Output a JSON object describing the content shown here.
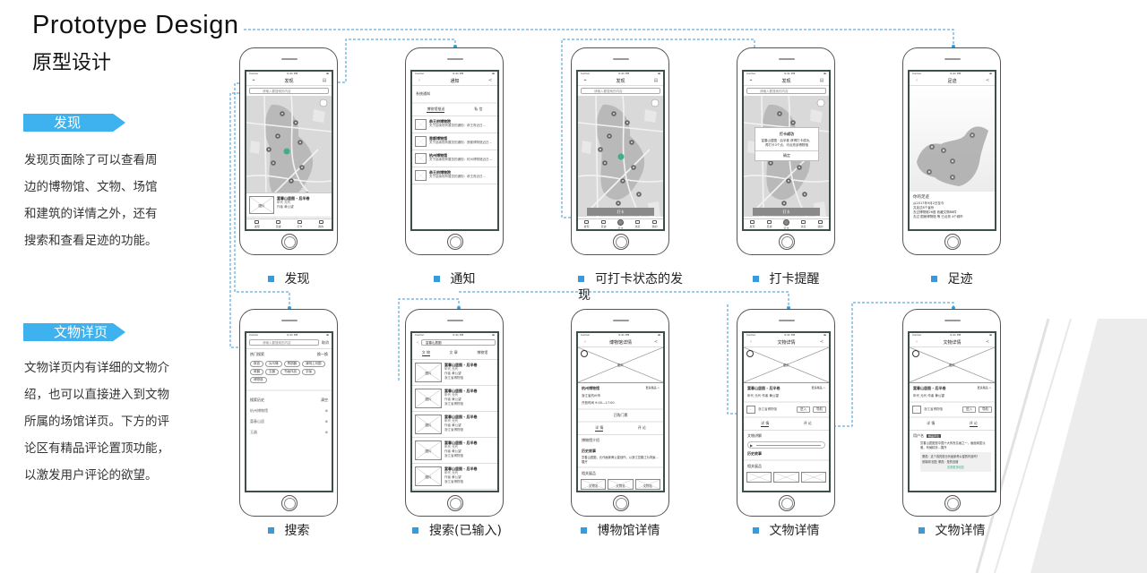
{
  "title": "Prototype Design",
  "subtitle": "原型设计",
  "sections": [
    {
      "tag": "发现",
      "desc": [
        "发现页面除了可以查看周",
        "边的博物馆、文物、场馆",
        "和建筑的详情之外，还有",
        "搜索和查看足迹的功能。"
      ]
    },
    {
      "tag": "文物详页",
      "desc": [
        "文物详页内有详细的文物介",
        "绍，也可以直接进入到文物",
        "所属的场馆详页。下方的评",
        "论区有精品评论置顶功能，",
        "以激发用户评论的欲望。"
      ]
    }
  ],
  "colors": {
    "accent": "#3db2ef",
    "connector": "#3a9ad9",
    "frame": "#3c4f4a",
    "pin_active": "#3fae8a"
  },
  "status": {
    "carrier": "Carrier",
    "time": "9:41 PM"
  },
  "top_row": [
    {
      "caption": "发现",
      "screen": {
        "type": "map",
        "title": "发现",
        "search": "请输入要搜索的内容",
        "card_title": "富春山居图 - 后半卷",
        "card_lines": [
          "年代  元代",
          "作者  黄公望"
        ],
        "image": "图片",
        "tabs": [
          "发现",
          "足迹",
          "打卡",
          "我的"
        ]
      }
    },
    {
      "caption": "通知",
      "screen": {
        "type": "notify",
        "title": "通知",
        "system": "系统通知",
        "tabs": [
          "博物馆推送",
          "私 信"
        ],
        "items": [
          {
            "name": "恭王府博物院",
            "text": "关于延续现有展览的通知：恭王府近日..."
          },
          {
            "name": "首都博物馆",
            "text": "关于延续现有展览的通知：首都博物馆近日..."
          },
          {
            "name": "杭州博物馆",
            "text": "关于延续现有展览的通知：杭州博物馆近日..."
          },
          {
            "name": "恭王府博物院",
            "text": "关于延续现有展览的通知：恭王府近日..."
          }
        ]
      }
    },
    {
      "caption": "可打卡状态的发现",
      "screen": {
        "type": "checkin",
        "title": "发现",
        "search": "请输入要搜索的内容",
        "button": "打卡",
        "tabs": [
          "发现",
          "足迹",
          "打卡",
          "消息",
          "我的"
        ]
      }
    },
    {
      "caption": "打卡提醒",
      "screen": {
        "type": "dialog",
        "title": "发现",
        "search": "请输入要搜索的内容",
        "button": "打卡",
        "dialog_title": "打卡成功",
        "dialog_text": "富春山居图 · 后半卷 获得打卡成功，再打卡3个点，可点亮该博物馆",
        "dialog_ok": "确定",
        "tabs": [
          "发现",
          "足迹",
          "打卡",
          "消息",
          "我的"
        ]
      }
    },
    {
      "caption": "足迹",
      "screen": {
        "type": "footprint",
        "title": "足迹",
        "heading": "你的足迹",
        "lines": [
          "从2017年9月2日至今",
          "共走过8个省份",
          "去过博物馆26座 收藏文物88件",
          "去过 国家博物馆 等 已点亮 4个城市"
        ]
      }
    }
  ],
  "bottom_row": [
    {
      "caption": "搜索",
      "screen": {
        "type": "search",
        "search": "请输入要搜索的内容",
        "cancel": "取消",
        "hot": "热门搜索",
        "refresh": "换一换",
        "chips": [
          "故宫",
          "兵马俑",
          "青铜器",
          "清明上河图",
          "瓷器",
          "玉器",
          "书画作品",
          "字画",
          "博物馆"
        ],
        "history": "搜索历史",
        "clear": "清空",
        "history_items": [
          "杭州博物馆",
          "富春山居",
          "玉器"
        ]
      }
    },
    {
      "caption": "搜索(已输入)",
      "screen": {
        "type": "results",
        "query": "富春山居图",
        "tabs": [
          "文 物",
          "文 章",
          "博物馆"
        ],
        "image": "图片",
        "item_title": "富春山居图 - 后半卷",
        "item_lines": [
          "年代  元代",
          "作者  黄公望",
          "浙江省博物馆"
        ],
        "count": 6
      }
    },
    {
      "caption": "博物馆详情",
      "screen": {
        "type": "museum",
        "title": "博物馆详情",
        "image": "图片",
        "name": "杭州博物馆",
        "more": "更多展品 >",
        "address": "浙江省杭州市",
        "hours": "开放时间  9:00—17:00",
        "ticket": "已购门票",
        "tabs": [
          "详 情",
          "评 论"
        ],
        "intro": "博物馆介绍",
        "story": "历史故事",
        "story_text": "富春山居图，元代画家黄公望创作，以浙江富春江为背景...展开",
        "related": "相关展品",
        "thumbs": [
          "文物名",
          "文物名",
          "文物名"
        ]
      }
    },
    {
      "caption": "文物详情",
      "screen": {
        "type": "relic",
        "title": "文物详情",
        "image": "图片",
        "name": "富春山居图 - 后半卷",
        "more": "更多展品 >",
        "meta": "年代  元代    作者  黄公望",
        "museum": "浙江省博物馆",
        "enter": "进入",
        "nav": "导航",
        "tabs": [
          "详 情",
          "评 论"
        ],
        "audio": "文物讲解",
        "story": "历史故事",
        "related": "相关展品"
      }
    },
    {
      "caption": "文物详情",
      "screen": {
        "type": "comments",
        "title": "文物详情",
        "image": "图片",
        "name": "富春山居图 - 后半卷",
        "more": "更多展品 >",
        "meta": "年代  元代    作者  黄公望",
        "museum": "浙江省博物馆",
        "enter": "进入",
        "nav": "导航",
        "tabs": [
          "详 情",
          "评 论"
        ],
        "user": "用户名",
        "badge": "精品评论",
        "comment": "富春山居图是中国十大传世名画之一，画面用墨淡雅，布局精妙...展开",
        "replies": [
          "董燕：这个真的是元代画家黄公望的作品吗？",
          "张晓明 回复 董燕：是的没错"
        ],
        "more_replies": "查看更多回复"
      }
    }
  ]
}
